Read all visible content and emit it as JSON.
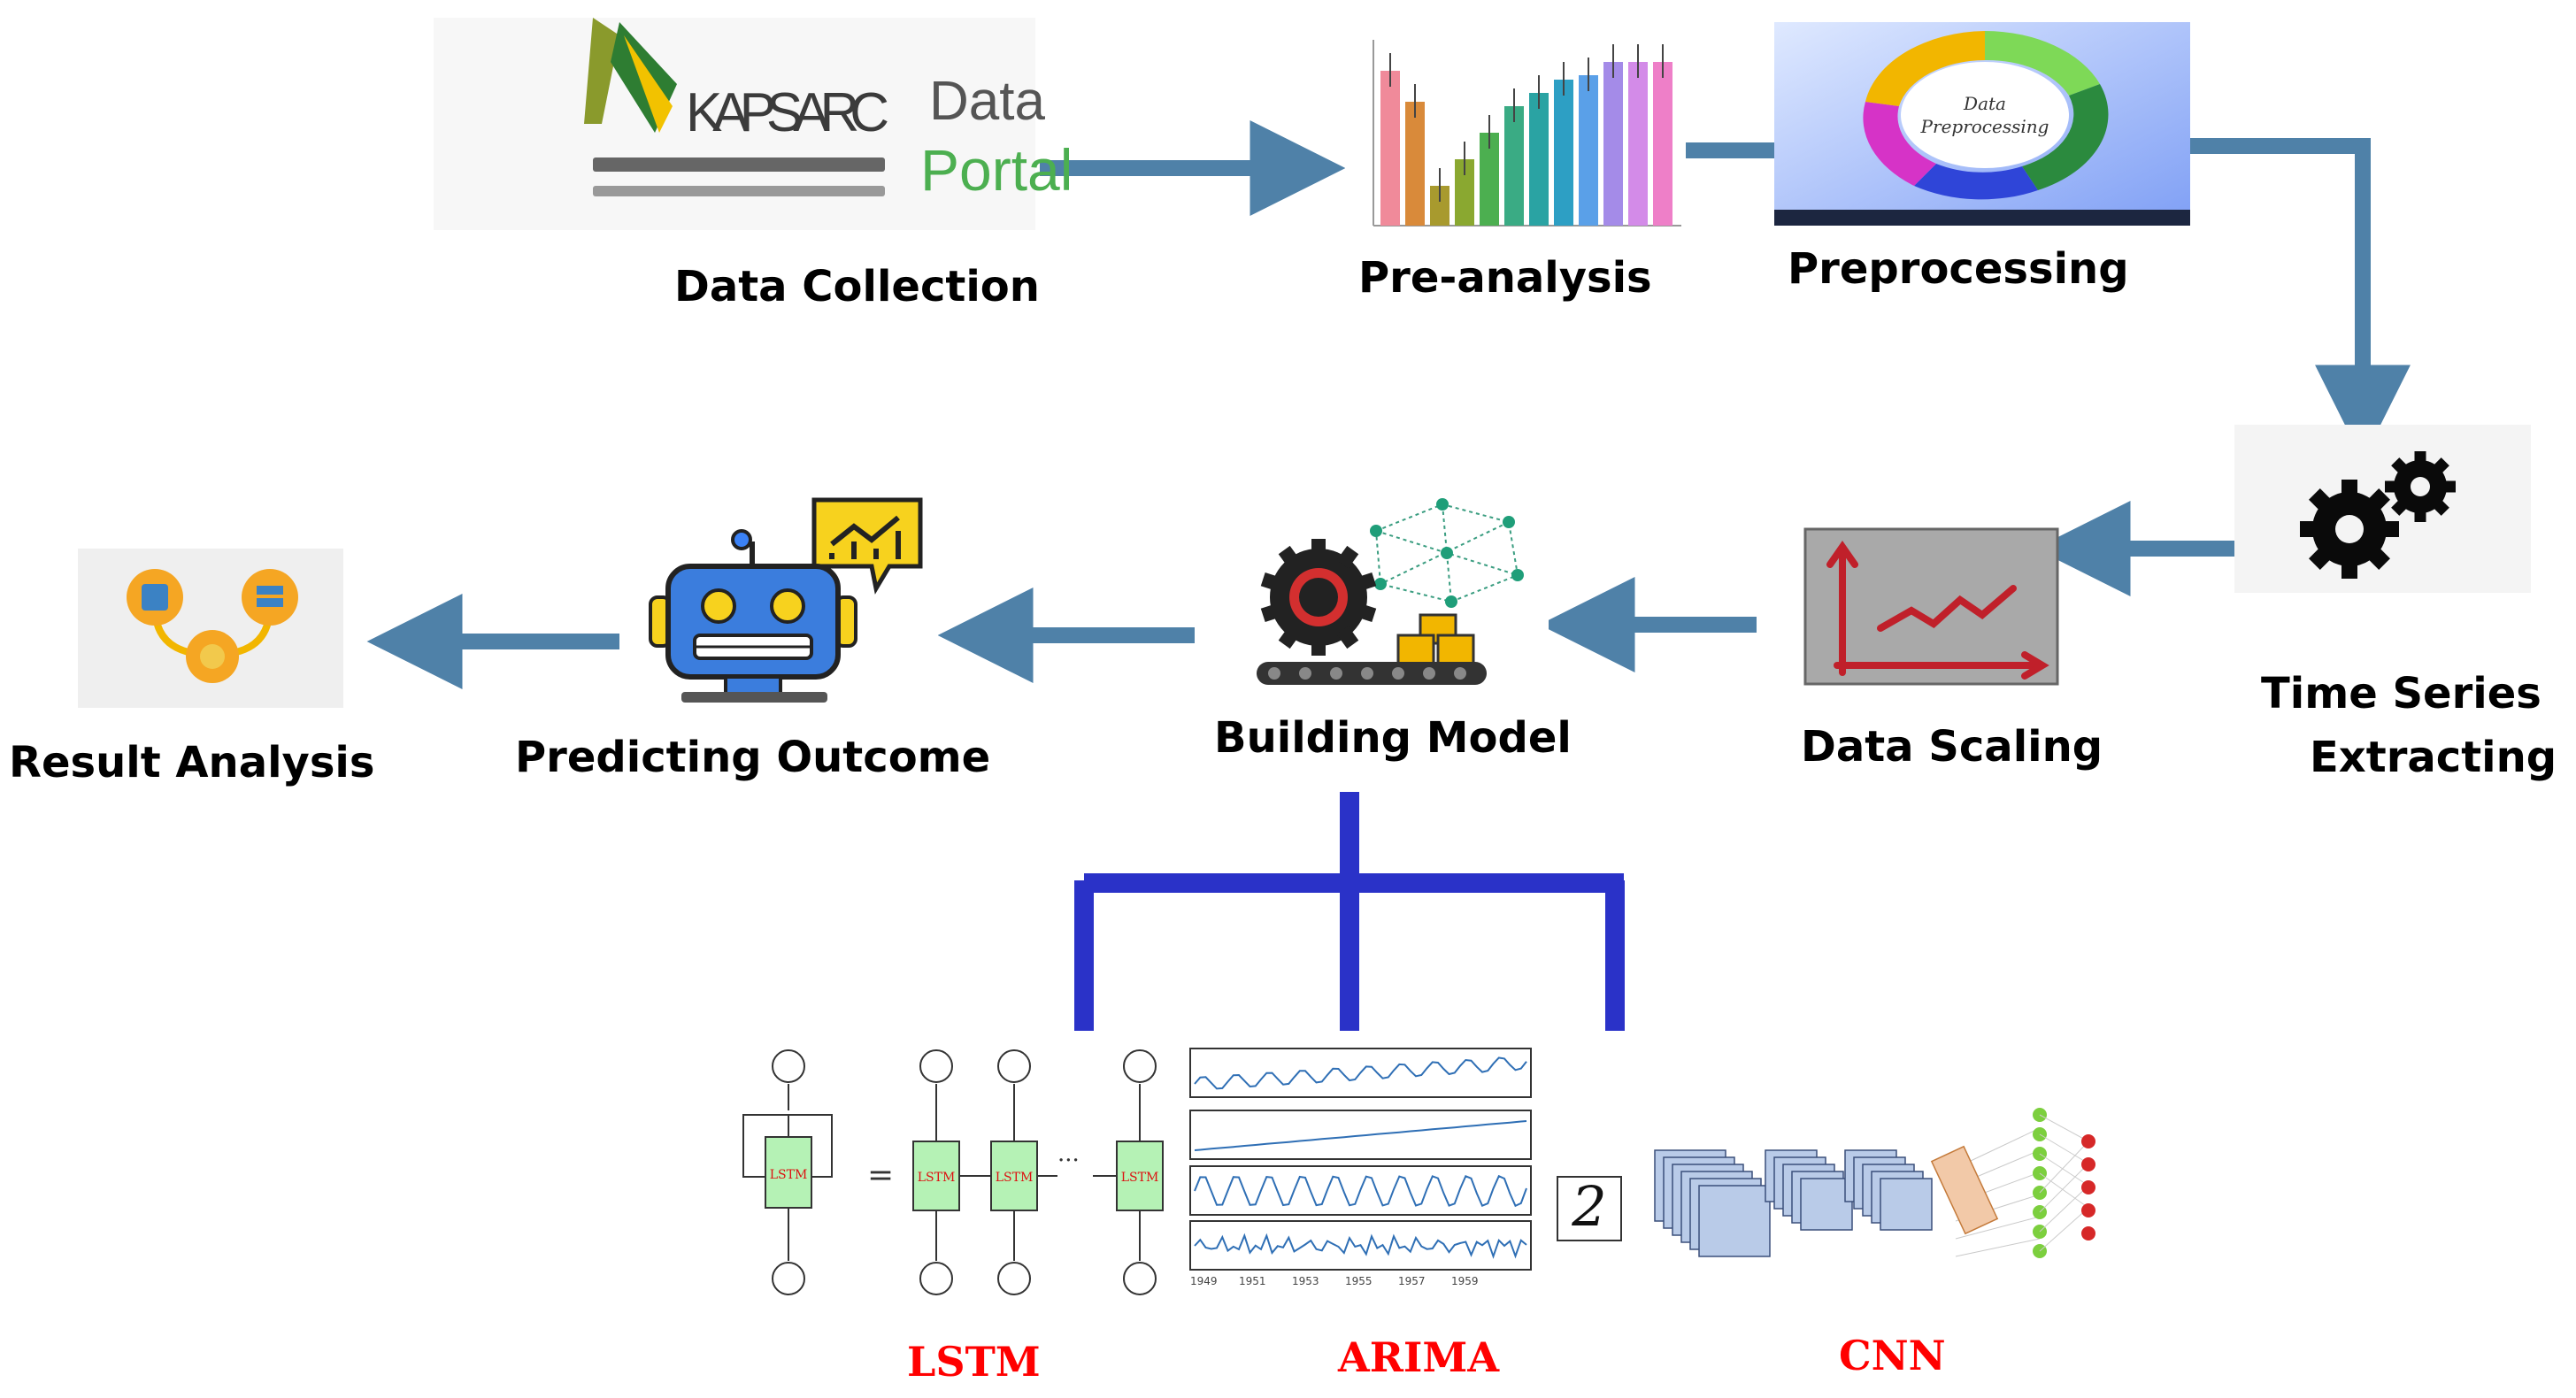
{
  "stages": {
    "data_collection": "Data Collection",
    "pre_analysis": "Pre-analysis",
    "preprocessing": "Preprocessing",
    "time_series_line1": "Time Series",
    "time_series_line2": "Extracting",
    "data_scaling": "Data Scaling",
    "building_model": "Building Model",
    "predicting_outcome": "Predicting Outcome",
    "result_analysis": "Result Analysis"
  },
  "models": {
    "lstm": "LSTM",
    "arima": "ARIMA",
    "cnn": "CNN"
  },
  "logo": {
    "kapsarc": "KAPSARC",
    "data": "Data",
    "portal": "Portal"
  },
  "colors": {
    "flow_arrow": "#4f81a8",
    "model_connector": "#2a32c8",
    "model_label": "#ff0000"
  },
  "icons": {
    "kapsarc_logo": "kapsarc-logo",
    "bar_chart": "bar-chart-icon",
    "preprocessing_wheel": "data-preprocessing-wheel",
    "gears": "gears-icon",
    "scaling_chart": "line-chart-icon",
    "model_factory": "gear-conveyor-icon",
    "robot": "robot-icon",
    "result": "network-result-icon"
  }
}
